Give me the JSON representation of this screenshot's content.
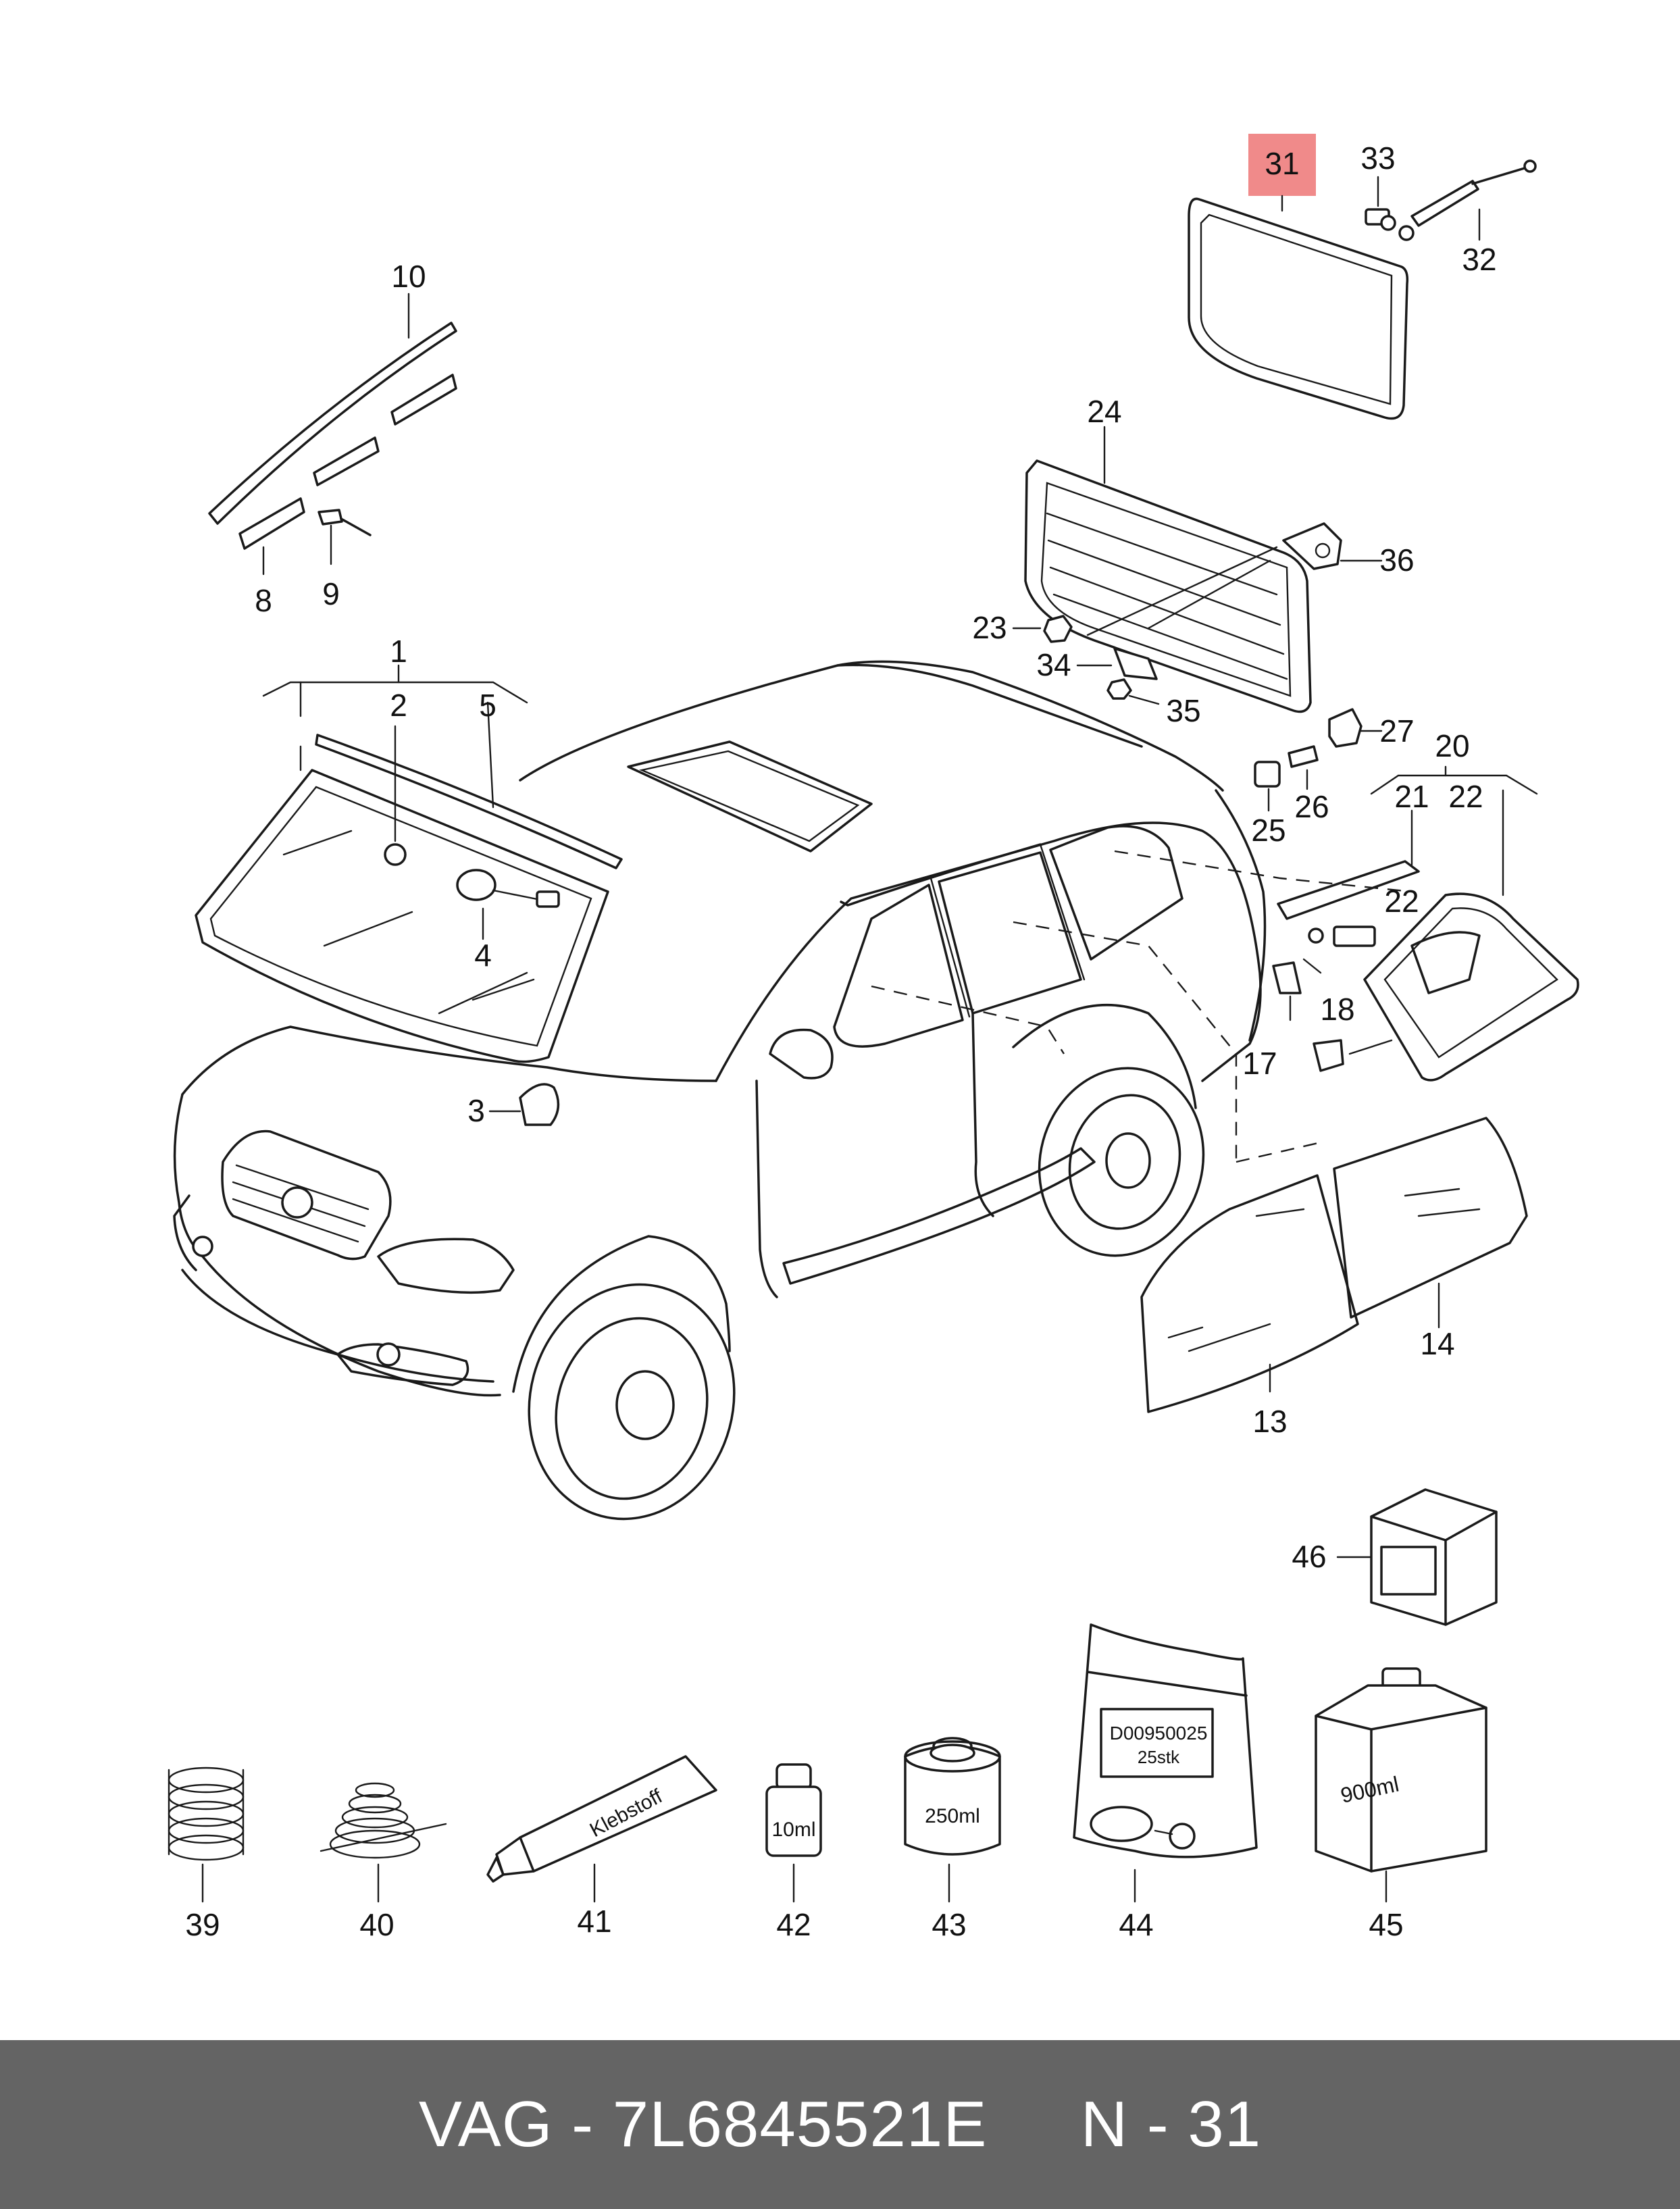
{
  "diagram": {
    "highlight_color": "#f08a8a",
    "callouts": [
      {
        "id": "c1",
        "text": "1"
      },
      {
        "id": "c2",
        "text": "2"
      },
      {
        "id": "c3",
        "text": "3"
      },
      {
        "id": "c4",
        "text": "4"
      },
      {
        "id": "c5",
        "text": "5"
      },
      {
        "id": "c8",
        "text": "8"
      },
      {
        "id": "c9",
        "text": "9"
      },
      {
        "id": "c10",
        "text": "10"
      },
      {
        "id": "c13",
        "text": "13"
      },
      {
        "id": "c14",
        "text": "14"
      },
      {
        "id": "c17",
        "text": "17"
      },
      {
        "id": "c18",
        "text": "18"
      },
      {
        "id": "c20",
        "text": "20"
      },
      {
        "id": "c21",
        "text": "21"
      },
      {
        "id": "c22a",
        "text": "22"
      },
      {
        "id": "c22b",
        "text": "22"
      },
      {
        "id": "c23",
        "text": "23"
      },
      {
        "id": "c24",
        "text": "24"
      },
      {
        "id": "c25",
        "text": "25"
      },
      {
        "id": "c26",
        "text": "26"
      },
      {
        "id": "c27",
        "text": "27"
      },
      {
        "id": "c31",
        "text": "31"
      },
      {
        "id": "c32",
        "text": "32"
      },
      {
        "id": "c33",
        "text": "33"
      },
      {
        "id": "c34",
        "text": "34"
      },
      {
        "id": "c35",
        "text": "35"
      },
      {
        "id": "c36",
        "text": "36"
      },
      {
        "id": "c39",
        "text": "39"
      },
      {
        "id": "c40",
        "text": "40"
      },
      {
        "id": "c41",
        "text": "41"
      },
      {
        "id": "c42",
        "text": "42"
      },
      {
        "id": "c43",
        "text": "43"
      },
      {
        "id": "c44",
        "text": "44"
      },
      {
        "id": "c45",
        "text": "45"
      },
      {
        "id": "c46",
        "text": "46"
      }
    ],
    "container_labels": {
      "tube": "Klebstoff",
      "bottle_42": "10ml",
      "can_43": "250ml",
      "bag_44_line1": "D00950025",
      "bag_44_line2": "25stk",
      "jug_45": "900ml"
    }
  },
  "footer": {
    "part_text": "VAG - 7L6845521E",
    "position_text": "N - 31"
  }
}
